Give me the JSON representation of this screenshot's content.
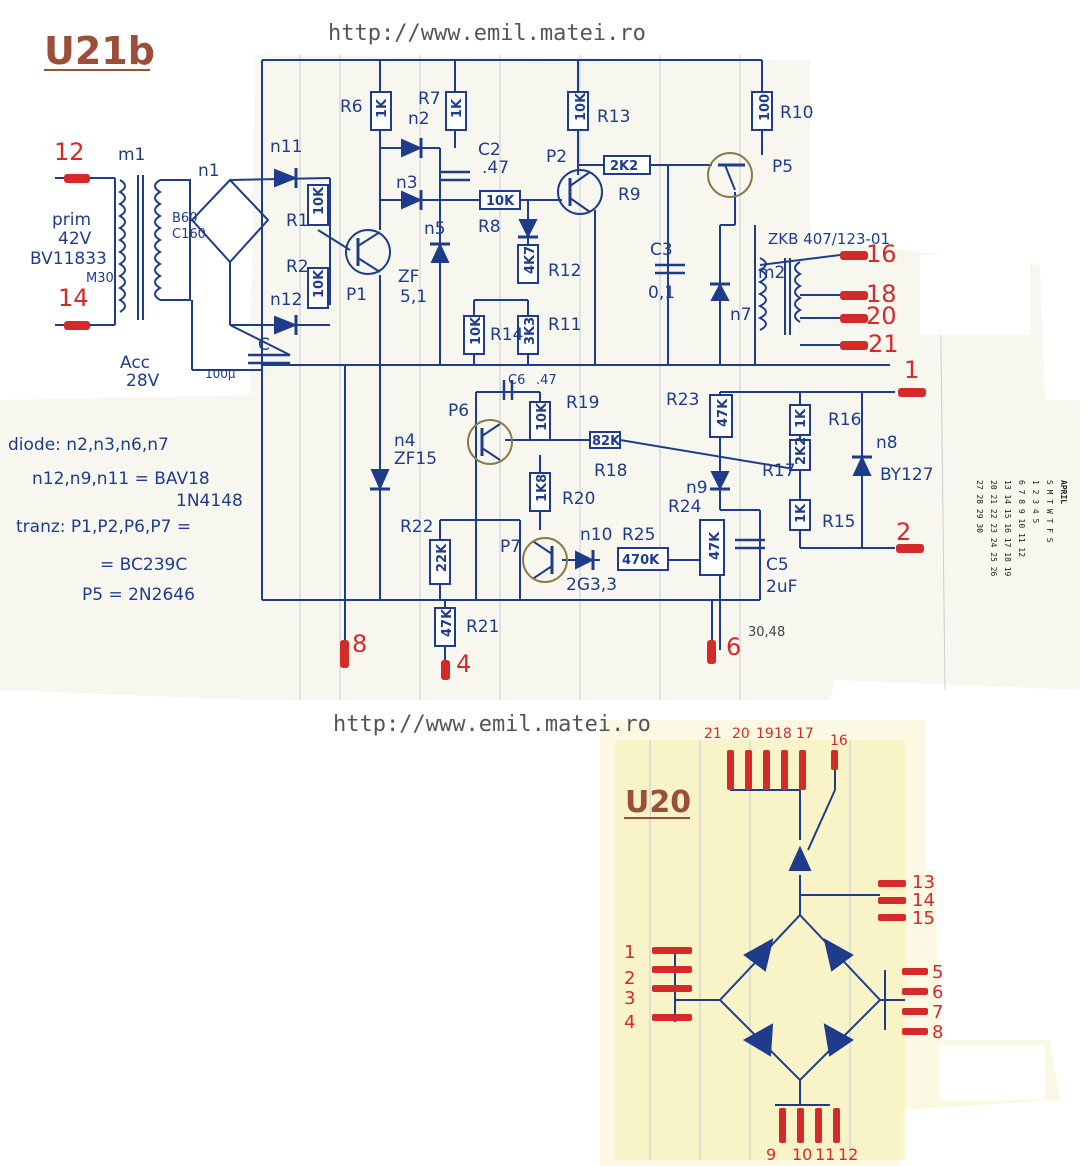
{
  "urls": {
    "top": "http://www.emil.matei.ro",
    "middle": "http://www.emil.matei.ro"
  },
  "titles": {
    "main": "U21b",
    "second": "U20"
  },
  "transformer": {
    "name": "m1",
    "primary_label": "prim",
    "primary_voltage": "42V",
    "model_line1": "BV11833",
    "model_line2": "M30",
    "secondary_lines": [
      "n1",
      "B60",
      "C160"
    ]
  },
  "cap_c": {
    "name": "C",
    "value": "100µ"
  },
  "acc_label": {
    "line1": "Acc",
    "line2": "28V"
  },
  "resistors": {
    "R6": {
      "name": "R6",
      "value": "1K"
    },
    "R7": {
      "name": "R7",
      "value": "1K"
    },
    "R13": {
      "name": "R13",
      "value": "10K"
    },
    "R10": {
      "name": "R10",
      "value": "100"
    },
    "R1": {
      "name": "R1",
      "value": "10K"
    },
    "R2": {
      "name": "R2",
      "value": "10K"
    },
    "R8": {
      "name": "R8",
      "value": "10K"
    },
    "R9": {
      "name": "R9",
      "value": "2K2"
    },
    "R12": {
      "name": "R12",
      "value": "4K7"
    },
    "R14": {
      "name": "R14",
      "value": "10K"
    },
    "R11": {
      "name": "R11",
      "value": "3K3"
    },
    "R19": {
      "name": "R19",
      "value": "10K"
    },
    "R18": {
      "name": "R18",
      "value": "82K"
    },
    "R20": {
      "name": "R20",
      "value": "1K8"
    },
    "R22": {
      "name": "R22",
      "value": "22K"
    },
    "R21": {
      "name": "R21",
      "value": "47K"
    },
    "R25": {
      "name": "R25",
      "value": "470K"
    },
    "R24": {
      "name": "R24",
      "value": "47K"
    },
    "R23": {
      "name": "R23",
      "value": "47K"
    },
    "R16": {
      "name": "R16",
      "value": "1K"
    },
    "R17": {
      "name": "R17",
      "value": "2K2"
    },
    "R15": {
      "name": "R15",
      "value": "1K"
    }
  },
  "diodes": {
    "n11": "n11",
    "n12": "n12",
    "n2": "n2",
    "n3": "n3",
    "n5": "n5",
    "n4": "n4",
    "n7": "n7",
    "n8": "n8",
    "n9": "n9",
    "n10": "n10"
  },
  "zeners": {
    "n5_value": "ZF",
    "n5_value2": "5,1",
    "n4_value": "ZF15",
    "n8_value": "BY127",
    "n10_value": "2G3,3"
  },
  "caps": {
    "C2": "C2",
    "C2_value": ".47",
    "C3": "C3",
    "C3_value": "0,1",
    "C6": "C6",
    "C6_value": ".47",
    "C5": "C5",
    "C5_value": "2uF"
  },
  "transistors": {
    "P1": "P1",
    "P2": "P2",
    "P5": "P5",
    "P6": "P6",
    "P7": "P7"
  },
  "relay": {
    "name": "m2",
    "model": "ZKB 407/123-01"
  },
  "connectors_u21b": [
    "12",
    "14",
    "16",
    "18",
    "20",
    "21",
    "1",
    "2",
    "8",
    "4",
    "6"
  ],
  "notes": {
    "diodes_line1": "diode: n2,n3,n6,n7",
    "diodes_line2": "n12,n9,n11 = BAV18",
    "diodes_line3": "1N4148",
    "tranz_line1": "tranz: P1,P2,P6,P7 =",
    "tranz_line2": "= BC239C",
    "tranz_line3": "P5 = 2N2646"
  },
  "u20_pins": {
    "top": [
      "21",
      "20",
      "19",
      "18",
      "17",
      "16"
    ],
    "right_top": [
      "13",
      "14",
      "15"
    ],
    "left": [
      "1",
      "2",
      "3",
      "4"
    ],
    "right": [
      "5",
      "6",
      "7",
      "8"
    ],
    "bottom": [
      "9",
      "10",
      "11",
      "12"
    ]
  },
  "calendar": {
    "month": "APRIL",
    "days_header": "S M T W T F S",
    "rows": [
      "1 2 3 4 5",
      "6 7 8 9 10 11 12",
      "13 14 15 16 17 18 19",
      "20 21 22 23 24 25 26",
      "27 28 29 30"
    ]
  },
  "misc_note": "30,48",
  "colors": {
    "ink": "#1f3c8c",
    "red_ink": "#d42a2a",
    "title": "#9b4e3a",
    "yellow_paper": "#f7f1b0"
  }
}
